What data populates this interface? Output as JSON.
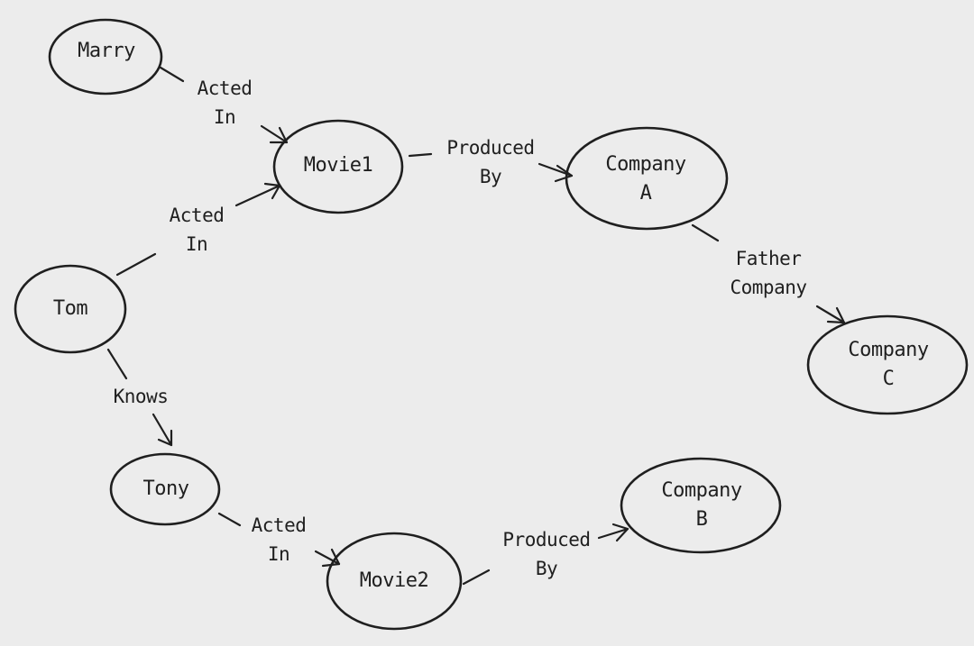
{
  "nodes": {
    "marry": {
      "lines": [
        "Marry"
      ]
    },
    "movie1": {
      "lines": [
        "Movie1"
      ]
    },
    "companyA": {
      "lines": [
        "Company",
        "A"
      ]
    },
    "tom": {
      "lines": [
        "Tom"
      ]
    },
    "companyC": {
      "lines": [
        "Company",
        "C"
      ]
    },
    "tony": {
      "lines": [
        "Tony"
      ]
    },
    "companyB": {
      "lines": [
        "Company",
        "B"
      ]
    },
    "movie2": {
      "lines": [
        "Movie2"
      ]
    }
  },
  "edges": {
    "marry_movie1": {
      "from": "Marry",
      "to": "Movie1",
      "lines": [
        "Acted",
        "In"
      ]
    },
    "tom_movie1": {
      "from": "Tom",
      "to": "Movie1",
      "lines": [
        "Acted",
        "In"
      ]
    },
    "movie1_companyA": {
      "from": "Movie1",
      "to": "Company A",
      "lines": [
        "Produced",
        "By"
      ]
    },
    "companyA_companyC": {
      "from": "Company A",
      "to": "Company C",
      "lines": [
        "Father",
        "Company"
      ]
    },
    "tom_tony": {
      "from": "Tom",
      "to": "Tony",
      "lines": [
        "Knows"
      ]
    },
    "tony_movie2": {
      "from": "Tony",
      "to": "Movie2",
      "lines": [
        "Acted",
        "In"
      ]
    },
    "movie2_companyB": {
      "from": "Movie2",
      "to": "Company B",
      "lines": [
        "Produced",
        "By"
      ]
    }
  },
  "colors": {
    "background": "#ececec",
    "ink": "#1f1f1f"
  }
}
